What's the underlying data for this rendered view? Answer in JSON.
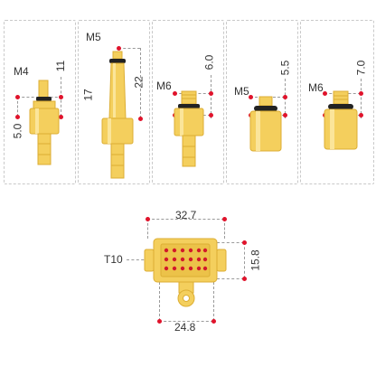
{
  "colors": {
    "yellow": "#f4cf5d",
    "yellow_dark": "#dcae34",
    "yellow_light": "#fbe59a",
    "ring": "#222222",
    "dim_dot": "#e0132b",
    "panel_border": "#c9c9c9"
  },
  "panels": [
    {
      "thread_label": "M4",
      "height_label": "11",
      "base_label": "5.0"
    },
    {
      "thread_label": "M5",
      "height_label": "22",
      "mid_label": "17"
    },
    {
      "thread_label": "M6",
      "height_label": "6.0"
    },
    {
      "thread_label": "M5",
      "height_label": "5.5"
    },
    {
      "thread_label": "M6",
      "height_label": "7.0"
    }
  ],
  "bottom": {
    "name_label": "T10",
    "top_width_label": "32.7",
    "right_height_label": "15.8",
    "bottom_width_label": "24.8"
  }
}
